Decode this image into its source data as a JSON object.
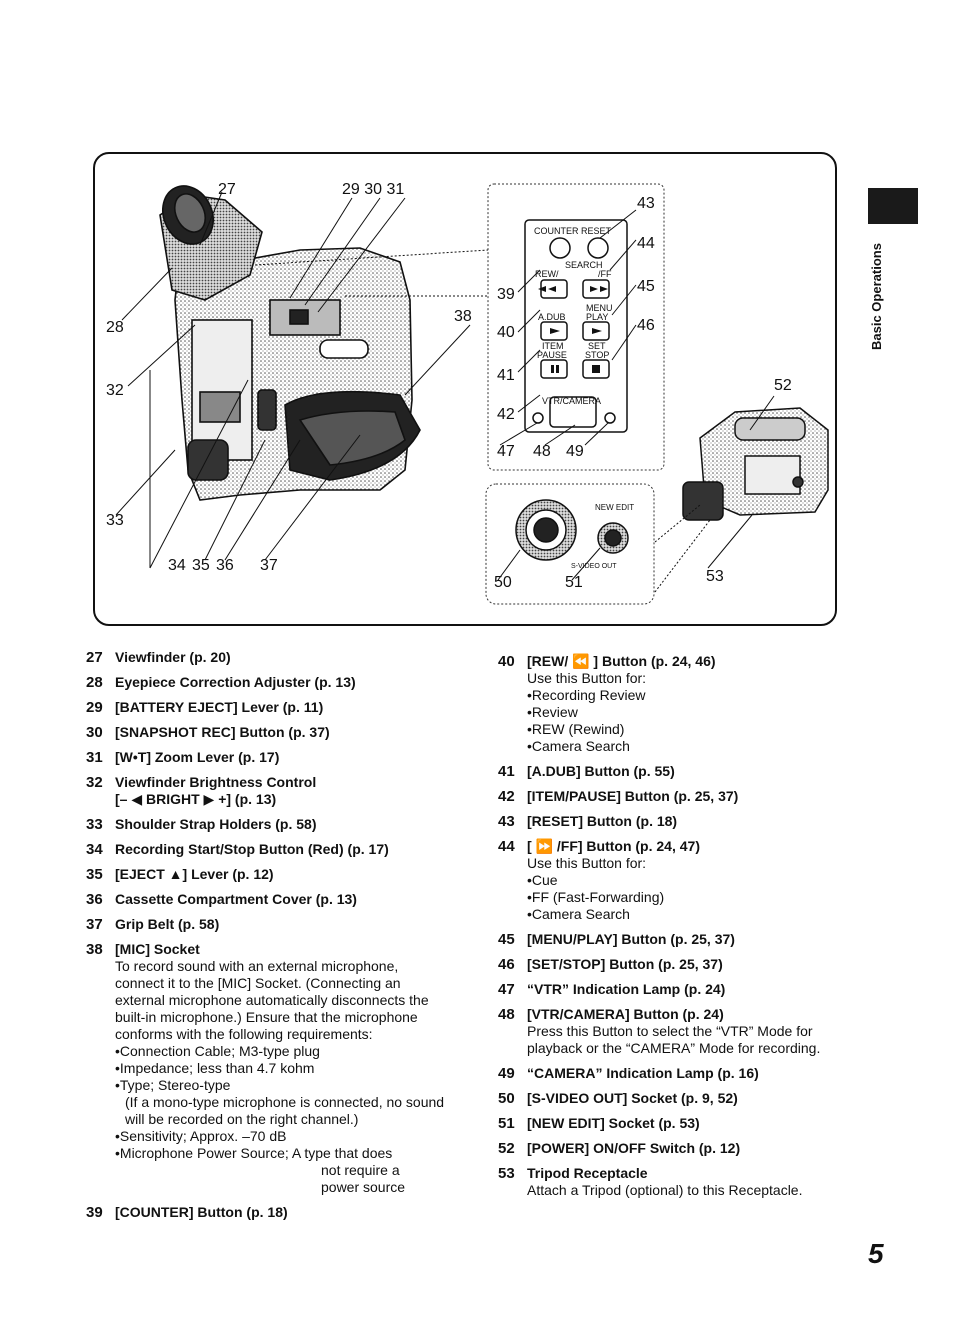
{
  "sidebar": {
    "section_label": "Basic Operations"
  },
  "figure": {
    "callouts": [
      "27",
      "29 30 31",
      "28",
      "32",
      "33",
      "34",
      "35",
      "36",
      "37",
      "38",
      "43",
      "44",
      "45",
      "46",
      "39",
      "40",
      "41",
      "42",
      "47",
      "48",
      "49",
      "50",
      "51",
      "52",
      "53"
    ],
    "panel_labels": {
      "counter_reset": "COUNTER RESET",
      "search": "SEARCH",
      "rew": "REW/",
      "ff": "/FF",
      "menu": "MENU",
      "adub": "A.DUB",
      "play": "PLAY",
      "item": "ITEM",
      "set": "SET",
      "pause": "PAUSE",
      "stop": "STOP",
      "vtr_camera": "VTR/CAMERA",
      "new_edit": "NEW EDIT",
      "svideo_out": "S-VIDEO OUT"
    }
  },
  "left_items": [
    {
      "n": "27",
      "title": "Viewfinder (p. 20)"
    },
    {
      "n": "28",
      "title": "Eyepiece Correction Adjuster (p. 13)"
    },
    {
      "n": "29",
      "title": "[BATTERY EJECT] Lever (p. 11)"
    },
    {
      "n": "30",
      "title": "[SNAPSHOT REC] Button (p. 37)"
    },
    {
      "n": "31",
      "title": "[W•T] Zoom Lever (p. 17)"
    },
    {
      "n": "32",
      "title": "Viewfinder Brightness Control",
      "title2": "[– ◀ BRIGHT ▶ +] (p. 13)"
    },
    {
      "n": "33",
      "title": "Shoulder Strap Holders (p. 58)"
    },
    {
      "n": "34",
      "title": "Recording Start/Stop Button (Red) (p. 17)"
    },
    {
      "n": "35",
      "title": "[EJECT ▲] Lever (p. 12)"
    },
    {
      "n": "36",
      "title": "Cassette Compartment Cover (p. 13)"
    },
    {
      "n": "37",
      "title": "Grip Belt (p. 58)"
    },
    {
      "n": "38",
      "title": "[MIC] Socket",
      "desc": "To record sound with an external microphone, connect it to the [MIC] Socket. (Connecting an external microphone automatically disconnects the built-in microphone.) Ensure that the microphone conforms with the following requirements:",
      "bullets": [
        "•Connection Cable; M3-type plug",
        "•Impedance; less than 4.7 kohm",
        "•Type; Stereo-type"
      ],
      "note": "(If a mono-type microphone is connected, no sound will be recorded on the right channel.)",
      "bullets2": [
        "•Sensitivity; Approx. –70 dB",
        "•Microphone Power Source; A type that does"
      ],
      "tail": [
        "not require a",
        "power source"
      ]
    },
    {
      "n": "39",
      "title": "[COUNTER] Button (p. 18)"
    }
  ],
  "right_items": [
    {
      "n": "40",
      "title": "[REW/ ⏪ ] Button (p. 24, 46)",
      "desc": "Use this Button for:",
      "bullets": [
        "•Recording Review",
        "•Review",
        "•REW (Rewind)",
        "•Camera Search"
      ]
    },
    {
      "n": "41",
      "title": "[A.DUB] Button (p. 55)"
    },
    {
      "n": "42",
      "title": "[ITEM/PAUSE] Button (p. 25, 37)"
    },
    {
      "n": "43",
      "title": "[RESET] Button (p. 18)"
    },
    {
      "n": "44",
      "title": "[ ⏩ /FF] Button (p. 24, 47)",
      "desc": "Use this Button for:",
      "bullets": [
        "•Cue",
        "•FF (Fast-Forwarding)",
        "•Camera Search"
      ]
    },
    {
      "n": "45",
      "title": "[MENU/PLAY] Button (p. 25, 37)"
    },
    {
      "n": "46",
      "title": "[SET/STOP] Button (p. 25, 37)"
    },
    {
      "n": "47",
      "title": "“VTR” Indication Lamp (p. 24)"
    },
    {
      "n": "48",
      "title": "[VTR/CAMERA] Button (p. 24)",
      "desc": "Press this Button to select the “VTR” Mode for playback or the “CAMERA” Mode for recording."
    },
    {
      "n": "49",
      "title": "“CAMERA” Indication Lamp (p. 16)"
    },
    {
      "n": "50",
      "title": "[S-VIDEO OUT] Socket (p. 9, 52)"
    },
    {
      "n": "51",
      "title": "[NEW EDIT] Socket (p. 53)"
    },
    {
      "n": "52",
      "title": "[POWER] ON/OFF Switch (p. 12)"
    },
    {
      "n": "53",
      "title": "Tripod Receptacle",
      "desc": "Attach a Tripod (optional) to this Receptacle."
    }
  ],
  "page_number": "5"
}
